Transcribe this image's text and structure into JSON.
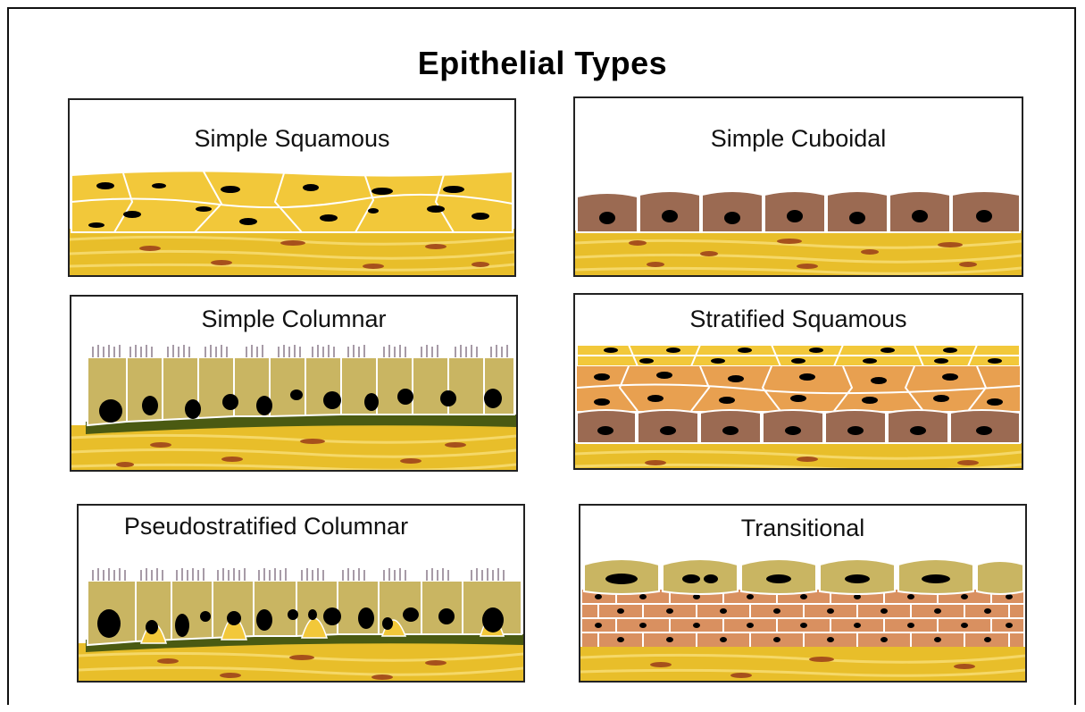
{
  "title": "Epithelial Types",
  "panels": [
    {
      "label": "Simple Squamous"
    },
    {
      "label": "Simple Cuboidal"
    },
    {
      "label": "Simple Columnar"
    },
    {
      "label": "Stratified Squamous"
    },
    {
      "label": "Pseudostratified Columnar"
    },
    {
      "label": "Transitional"
    }
  ],
  "colors": {
    "connective_tissue": "#e8be2a",
    "connective_light": "#f5d868",
    "connective_nucleus": "#a6501c",
    "squamous_cell": "#f2c83a",
    "cuboidal_cell": "#9b6a52",
    "columnar_cell": "#c9b562",
    "basement_membrane": "#4a5a12",
    "stratified_mid": "#e8a050",
    "transitional_mid": "#d99060",
    "nucleus": "#000000"
  }
}
